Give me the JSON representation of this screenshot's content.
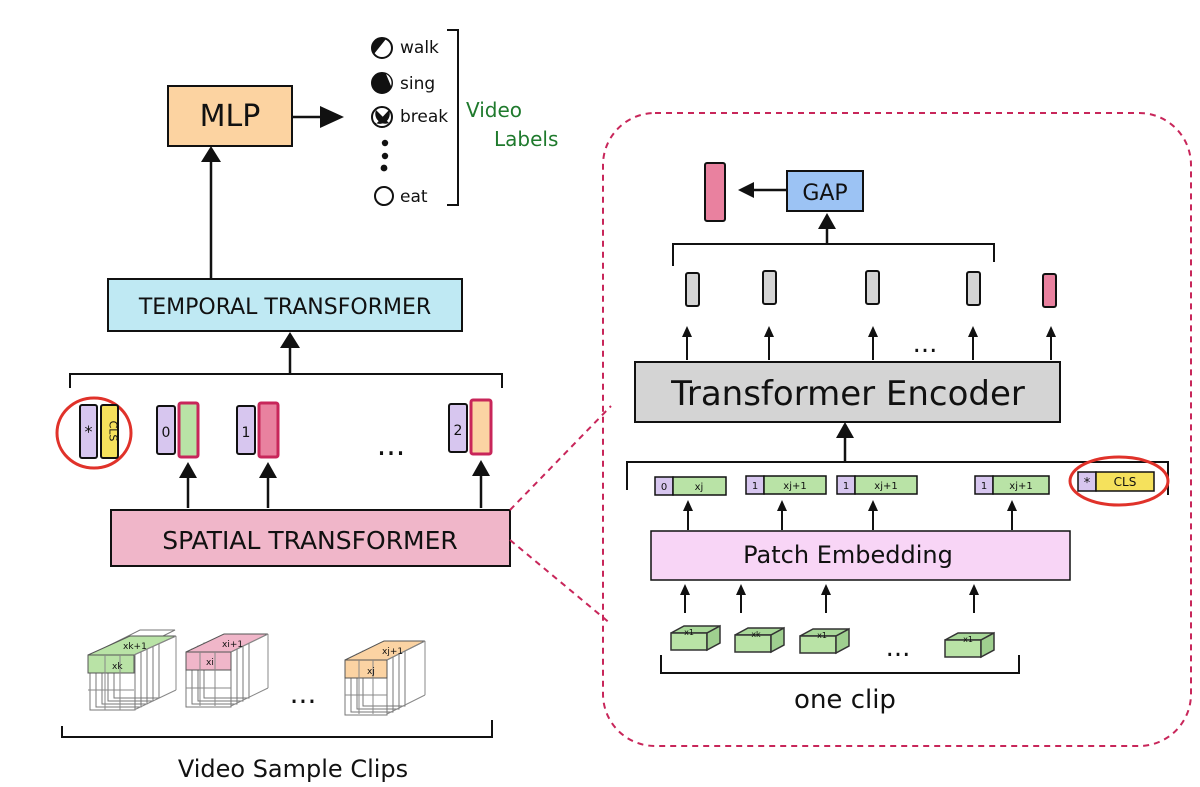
{
  "left": {
    "mlp_label": "MLP",
    "temporal_label": "TEMPORAL TRANSFORMER",
    "spatial_label": "SPATIAL TRANSFORMER",
    "video_labels_title": [
      "Video",
      "Labels"
    ],
    "labels": [
      "walk",
      "sing",
      "break",
      "eat"
    ],
    "token_star": "*",
    "token_cls": "CLS",
    "token_indices": [
      "0",
      "1",
      "2"
    ],
    "ellipsis": "...",
    "clip_patch_labels": [
      "xk",
      "xk+1",
      "xi",
      "xi+1",
      "xj",
      "xj+1"
    ],
    "caption": "Video Sample Clips"
  },
  "right": {
    "gap_label": "GAP",
    "encoder_label": "Transformer Encoder",
    "patch_embedding_label": "Patch Embedding",
    "ellipsis": "...",
    "embed_tokens": [
      {
        "index": "0",
        "text": "xj"
      },
      {
        "index": "1",
        "text": "xj+1"
      },
      {
        "index": "1",
        "text": "xj+1"
      },
      {
        "index": "1",
        "text": "xj+1"
      }
    ],
    "cls_star": "*",
    "cls_label": "CLS",
    "patch_labels": [
      "x1",
      "xk",
      "x1",
      "x1"
    ],
    "caption": "one clip"
  },
  "colors": {
    "mlp": "#fcd3a1",
    "temporal": "#bfe9f3",
    "spatial": "#f0b6c9",
    "gap": "#9cc3f4",
    "encoder": "#d4d4d4",
    "patch_embedding": "#f8d5f6",
    "green": "#b9e3a6",
    "pink": "#e9819f",
    "purple": "#d7c6ef",
    "yellow": "#f5e15c",
    "orange": "#fbd3a3",
    "labels_title": "#1f7a2d",
    "red_circle": "#e0322a",
    "dash": "#c8265a"
  }
}
